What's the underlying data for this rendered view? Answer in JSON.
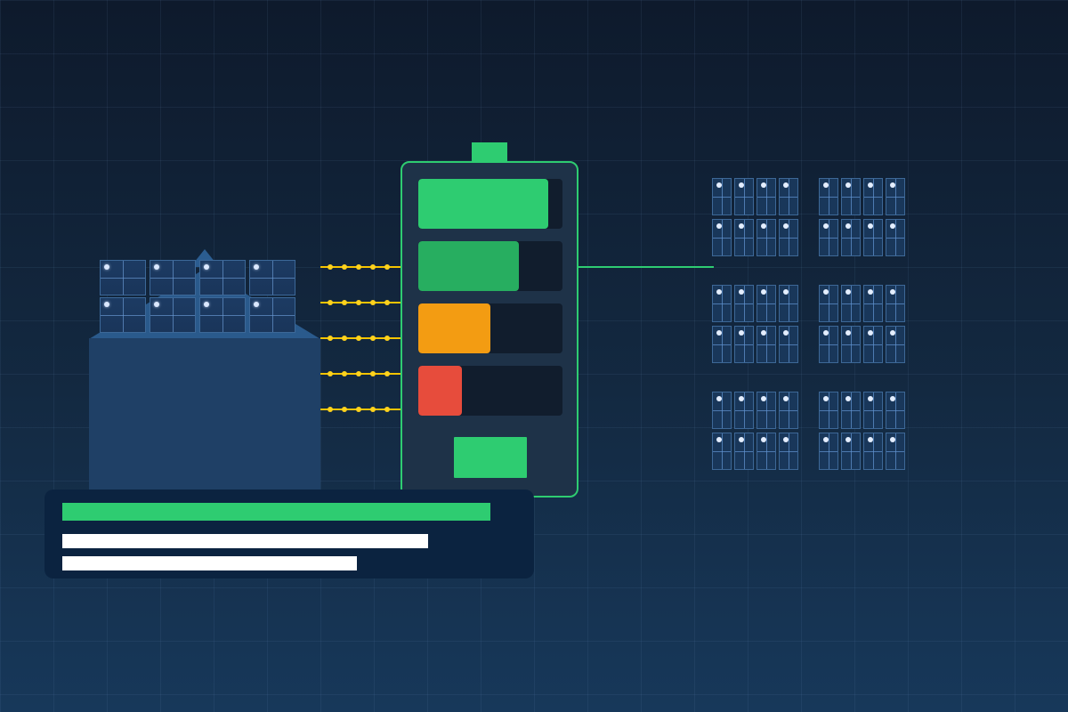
{
  "scene": {
    "colors": {
      "background_top": "#0e1a2c",
      "background_bottom": "#17385a",
      "house": "#1f4066",
      "roof": "#2a5a8c",
      "panel": "#1a355a",
      "battery": "#1e3248",
      "battery_accent": "#2ecc71",
      "wire": "#f6c400",
      "card": "#0b2340",
      "white_bar": "#ffffff"
    },
    "battery_levels": [
      {
        "name": "level-1",
        "percent": 90,
        "color": "#2ecc71"
      },
      {
        "name": "level-2",
        "percent": 70,
        "color": "#27ae60"
      },
      {
        "name": "level-3",
        "percent": 50,
        "color": "#f39c12"
      },
      {
        "name": "level-4",
        "percent": 30,
        "color": "#e74c3c"
      }
    ],
    "icons": {
      "house": "house-icon",
      "solar_panel": "solar-panel-icon",
      "battery": "battery-icon",
      "wire": "power-wire-icon",
      "panel_array": "solar-array-icon"
    }
  }
}
